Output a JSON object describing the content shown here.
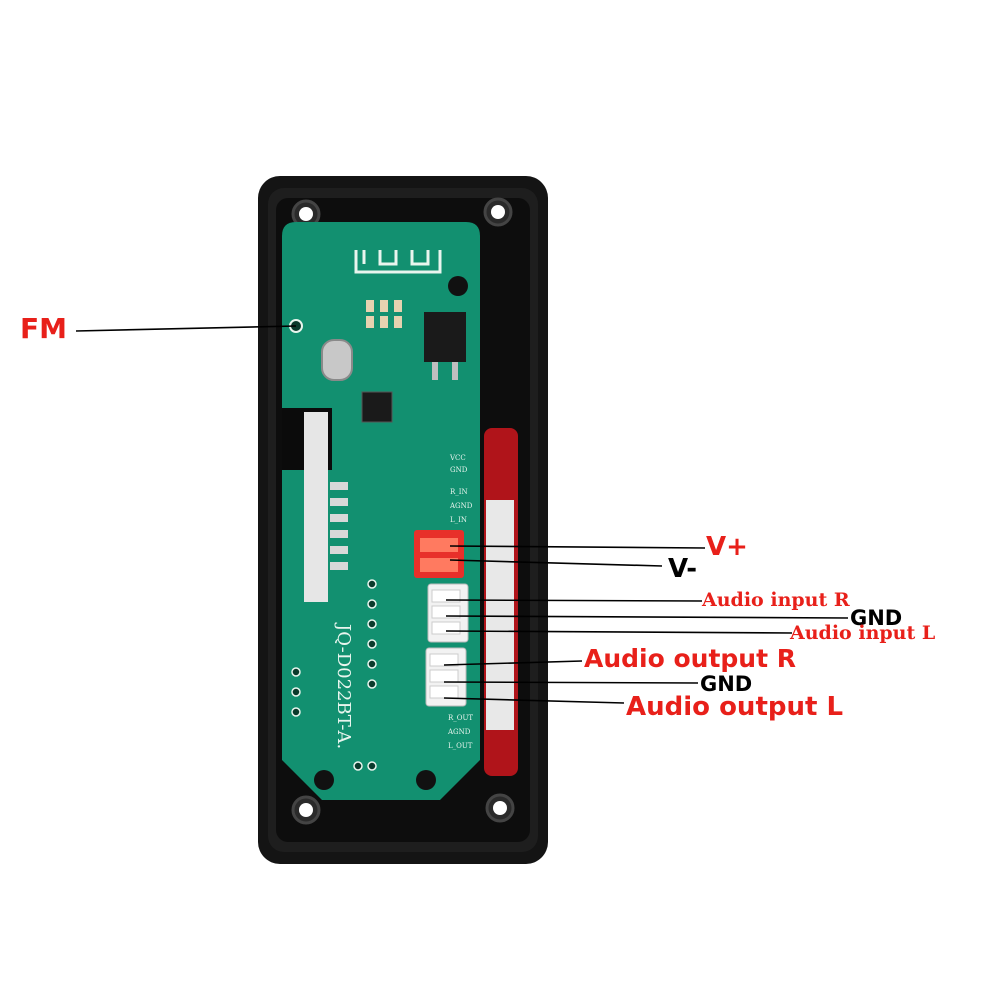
{
  "colors": {
    "label_red": "#e8201a",
    "label_black": "#000000",
    "pcb_green": "#129070",
    "bezel": "#141414"
  },
  "labels": {
    "fm": "FM",
    "v_plus": "V+",
    "v_minus": "V-",
    "audio_input_r": "Audio input R",
    "gnd_input": "GND",
    "audio_input_l": "Audio input L",
    "audio_output_r": "Audio output R",
    "gnd_output": "GND",
    "audio_output_l": "Audio output L"
  },
  "board": {
    "model": "JQ-D022BT-A.",
    "pins_input": [
      "VCC",
      "GND",
      "R_IN",
      "AGND",
      "L_IN"
    ],
    "pins_output": [
      "R_OUT",
      "AGND",
      "L_OUT"
    ]
  }
}
